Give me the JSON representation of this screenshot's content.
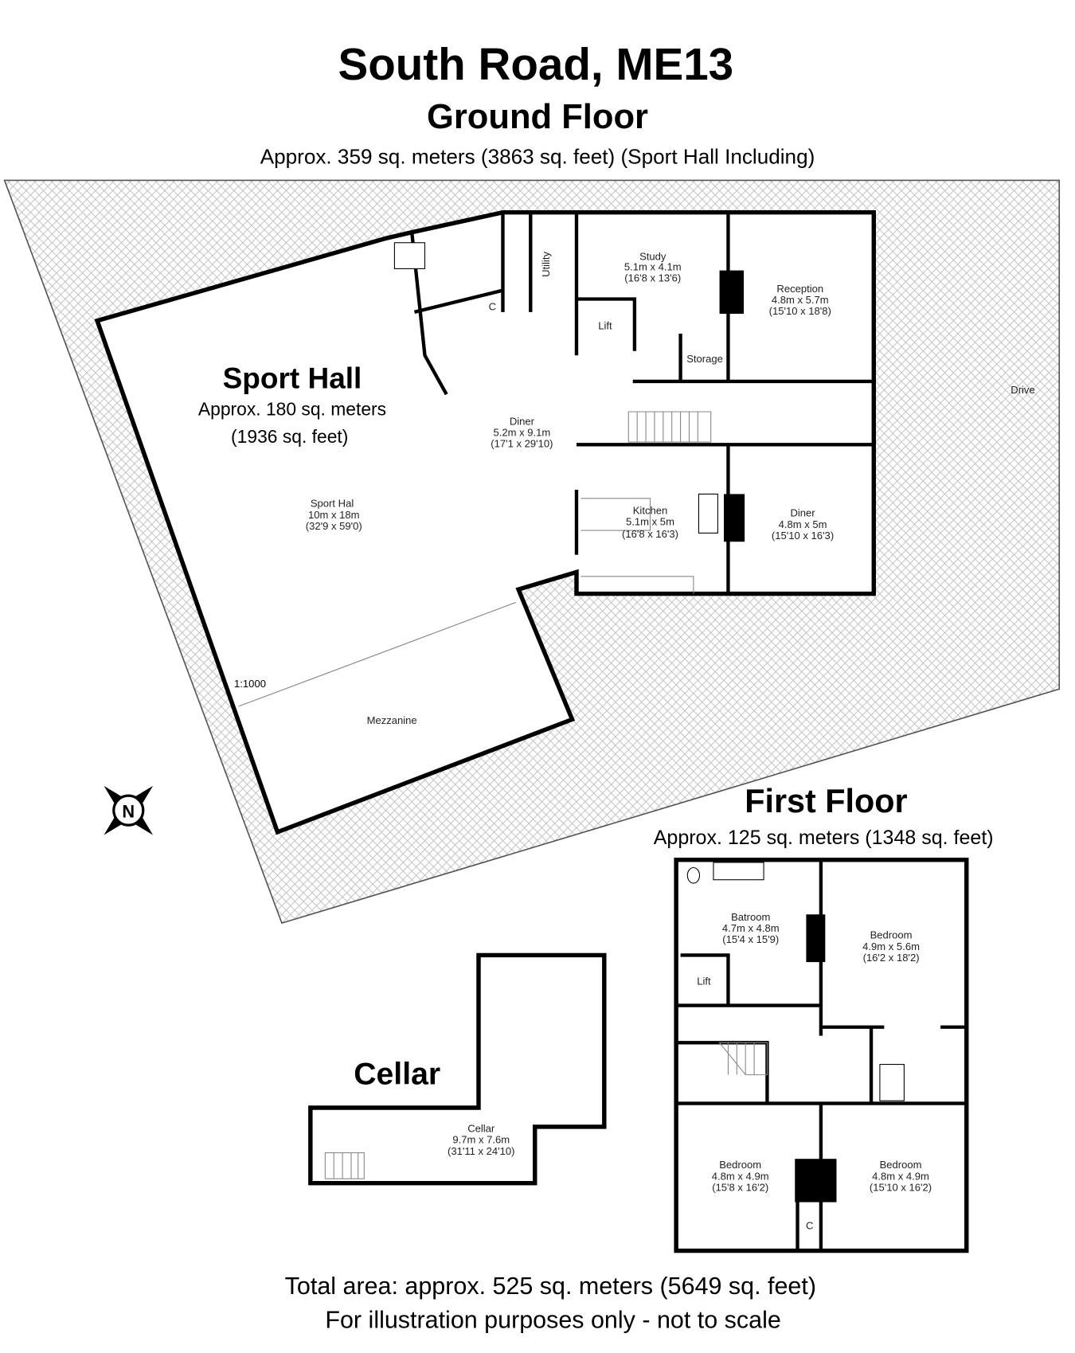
{
  "header": {
    "title": "South Road, ME13",
    "ground_floor": "Ground Floor",
    "ground_floor_area": "Approx. 359 sq. meters (3863 sq. feet) (Sport Hall Including)"
  },
  "sport_hall": {
    "title": "Sport Hall",
    "area_m": "Approx. 180 sq. meters",
    "area_ft": "(1936 sq. feet)",
    "scale": "1:1000",
    "mezzanine": "Mezzanine"
  },
  "ground_rooms": [
    {
      "name": "Study",
      "metric": "5.1m x 4.1m",
      "imperial": "(16'8 x 13'6)"
    },
    {
      "name": "Reception",
      "metric": "4.8m x 5.7m",
      "imperial": "(15'10 x 18'8)"
    },
    {
      "name": "Diner",
      "metric": "5.2m x 9.1m",
      "imperial": "(17'1 x 29'10)"
    },
    {
      "name": "Kitchen",
      "metric": "5.1m x 5m",
      "imperial": "(16'8 x 16'3)"
    },
    {
      "name": "Diner",
      "metric": "4.8m x 5m",
      "imperial": "(15'10 x 16'3)"
    },
    {
      "name": "Sport Hal",
      "metric": "10m x 18m",
      "imperial": "(32'9 x 59'0)"
    }
  ],
  "ground_labels": {
    "utility": "Utility",
    "lift": "Lift",
    "storage": "Storage",
    "cupboard": "C",
    "drive": "Drive"
  },
  "compass": {
    "label": "N"
  },
  "first_floor": {
    "title": "First Floor",
    "area": "Approx. 125 sq. meters (1348 sq. feet)",
    "rooms": [
      {
        "name": "Batroom",
        "metric": "4.7m x 4.8m",
        "imperial": "(15'4 x 15'9)"
      },
      {
        "name": "Bedroom",
        "metric": "4.9m x 5.6m",
        "imperial": "(16'2 x 18'2)"
      },
      {
        "name": "Bedroom",
        "metric": "4.8m x 4.9m",
        "imperial": "(15'8 x 16'2)"
      },
      {
        "name": "Bedroom",
        "metric": "4.8m x 4.9m",
        "imperial": "(15'10 x 16'2)"
      }
    ],
    "lift": "Lift",
    "cupboard": "C"
  },
  "cellar": {
    "title": "Cellar",
    "room": {
      "name": "Cellar",
      "metric": "9.7m x 7.6m",
      "imperial": "(31'11 x 24'10)"
    }
  },
  "footer": {
    "total": "Total area: approx. 525 sq. meters (5649 sq. feet)",
    "disclaimer": "For illustration purposes only - not to scale"
  }
}
